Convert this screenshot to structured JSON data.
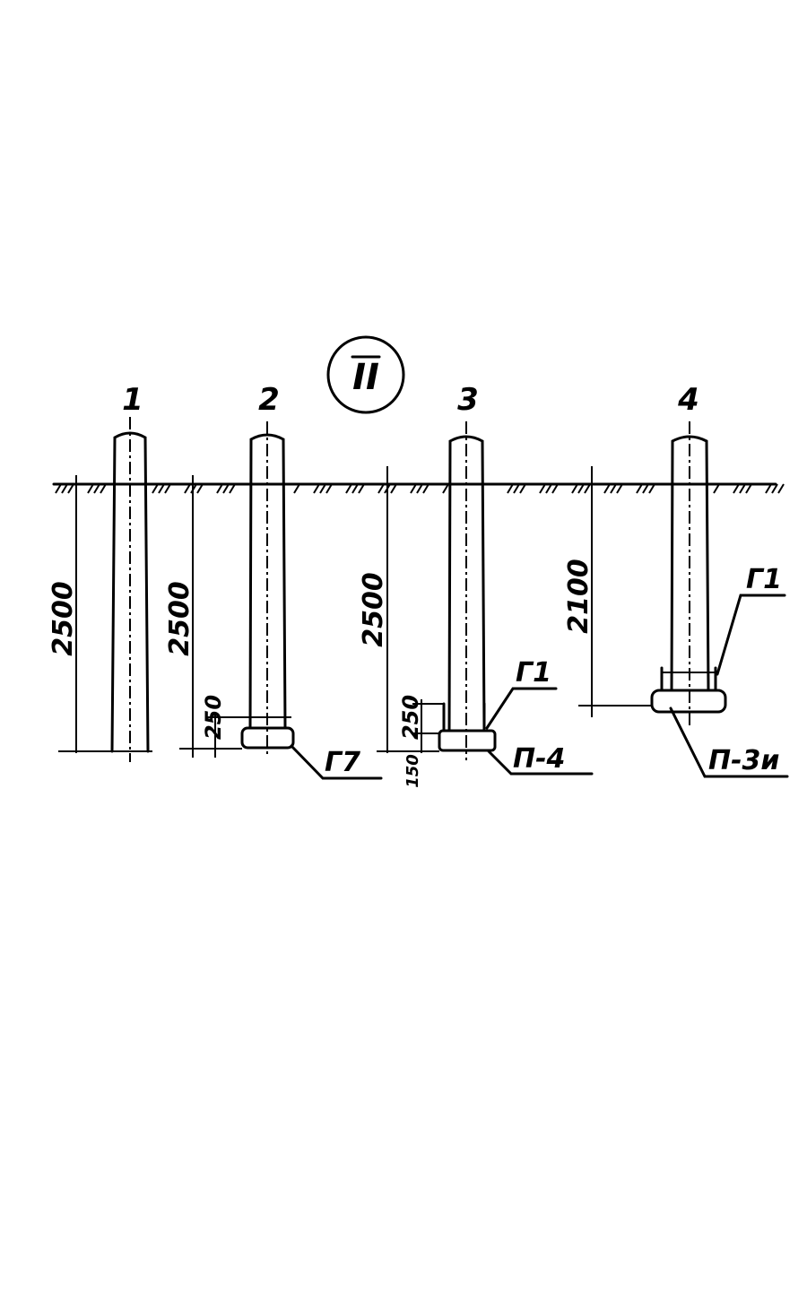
{
  "section_mark": "II",
  "posts": [
    {
      "number": "1",
      "depth": "2500"
    },
    {
      "number": "2",
      "depth": "2500",
      "foot_height": "250",
      "callout": "Г7"
    },
    {
      "number": "3",
      "depth": "2500",
      "foot_height": "250",
      "slab_height": "150",
      "callout_top": "Г1",
      "callout_bottom": "П-4"
    },
    {
      "number": "4",
      "depth": "2100",
      "callout_top": "Г1",
      "callout_bottom": "П-3и"
    }
  ]
}
